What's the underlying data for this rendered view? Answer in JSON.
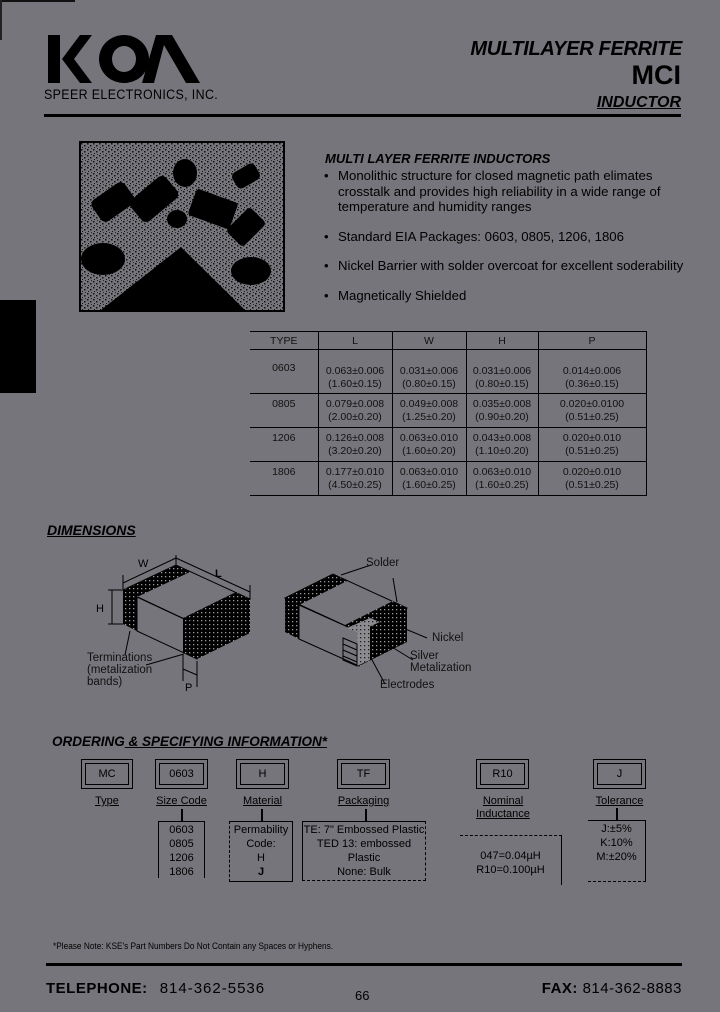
{
  "header": {
    "logo_text": "KOA",
    "company": "SPEER ELECTRONICS, INC.",
    "title_line1": "MULTILAYER FERRITE",
    "title_line2": "MCI",
    "title_line3": "INDUCTOR"
  },
  "colors": {
    "background": "#76757b",
    "ink": "#000000"
  },
  "features": {
    "title": "MULTI LAYER FERRITE INDUCTORS",
    "items": [
      "Monolithic structure for closed magnetic path elimates crosstalk and provides high reliability in a wide range of temperature and humidity ranges",
      "Standard EIA Packages: 0603, 0805, 1206, 1806",
      "Nickel Barrier with solder overcoat for excellent soderability",
      "Magnetically Shielded"
    ]
  },
  "dimension_table": {
    "headers": [
      "TYPE",
      "L",
      "W",
      "H",
      "P"
    ],
    "rows": [
      {
        "type": "0603",
        "L": [
          "0.063±0.006",
          "(1.60±0.15)"
        ],
        "W": [
          "0.031±0.006",
          "(0.80±0.15)"
        ],
        "H": [
          "0.031±0.006",
          "(0.80±0.15)"
        ],
        "P": [
          "0.014±0.006",
          "(0.36±0.15)"
        ]
      },
      {
        "type": "0805",
        "L": [
          "0.079±0.008",
          "(2.00±0.20)"
        ],
        "W": [
          "0.049±0.008",
          "(1.25±0.20)"
        ],
        "H": [
          "0.035±0.008",
          "(0.90±0.20)"
        ],
        "P": [
          "0.020±0.0100",
          "(0.51±0.25)"
        ]
      },
      {
        "type": "1206",
        "L": [
          "0.126±0.008",
          "(3.20±0.20)"
        ],
        "W": [
          "0.063±0.010",
          "(1.60±0.20)"
        ],
        "H": [
          "0.043±0.008",
          "(1.10±0.20)"
        ],
        "P": [
          "0.020±0.010",
          "(0.51±0.25)"
        ]
      },
      {
        "type": "1806",
        "L": [
          "0.177±0.010",
          "(4.50±0.25)"
        ],
        "W": [
          "0.063±0.010",
          "(1.60±0.25)"
        ],
        "H": [
          "0.063±0.010",
          "(1.60±0.25)"
        ],
        "P": [
          "0.020±0.010",
          "(0.51±0.25)"
        ]
      }
    ]
  },
  "dimensions": {
    "heading": "DIMENSIONS",
    "diagram1_labels": {
      "w": "W",
      "l": "L",
      "h": "H",
      "p": "P",
      "terminations_1": "Terminations",
      "terminations_2": "(metalization",
      "terminations_3": "bands)"
    },
    "diagram2_labels": {
      "solder": "Solder",
      "nickel": "Nickel",
      "silver_1": "Silver",
      "silver_2": "Metalization",
      "electrodes": "Electrodes"
    }
  },
  "ordering": {
    "heading_part1": "ORDERING",
    "heading_amp": " & ",
    "heading_part2": "SPECIFYING INFORMATION*",
    "fields": [
      {
        "code": "MC",
        "label": "Type"
      },
      {
        "code": "0603",
        "label": "Size Code",
        "options": [
          "0603",
          "0805",
          "1206",
          "1806"
        ]
      },
      {
        "code": "H",
        "label": "Material",
        "options": [
          "Permability",
          "Code:",
          "H",
          "J"
        ]
      },
      {
        "code": "TF",
        "label": "Packaging",
        "options": [
          "TE: 7\" Embossed Plastic",
          "TED 13: embossed",
          "Plastic",
          "None: Bulk"
        ]
      },
      {
        "code": "R10",
        "label_1": "Nominal",
        "label_2": "Inductance",
        "options": [
          "047=0.04µH",
          "R10=0.100µH"
        ]
      },
      {
        "code": "J",
        "label": "Tolerance",
        "options": [
          "J:±5%",
          "K:10%",
          "M:±20%"
        ]
      }
    ]
  },
  "footer": {
    "note": "*Please Note: KSE's Part Numbers Do Not Contain any Spaces or Hyphens.",
    "telephone_label": "TELEPHONE:",
    "telephone": "814-362-5536",
    "page_number": "66",
    "fax_label": "FAX:",
    "fax": "814-362-8883"
  }
}
